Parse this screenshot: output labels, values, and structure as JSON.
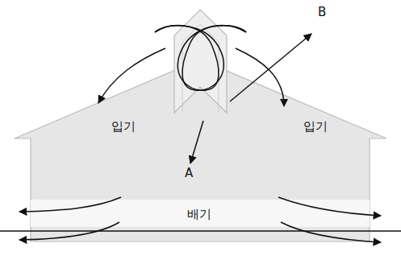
{
  "diagram": {
    "labels": [
      "B",
      "입기",
      "입기",
      "A",
      "배기"
    ]
  }
}
